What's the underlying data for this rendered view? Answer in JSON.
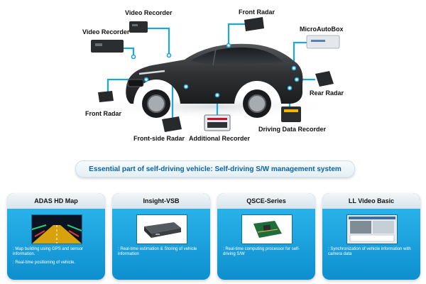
{
  "diagram": {
    "labels": {
      "video_recorder_top": "Video Recorder",
      "video_recorder_left": "Video Recorder",
      "front_radar_top": "Front Radar",
      "micro_autobox": "MicroAutoBox",
      "rear_radar": "Rear Radar",
      "front_radar_left": "Front Radar",
      "front_side_radar": "Front-side Radar",
      "additional_recorder": "Additional Recorder",
      "driving_data_recorder": "Driving Data Recorder"
    },
    "colors": {
      "connector": "#1ba6e0",
      "car_body": "#2f3133",
      "accent_blue": "#0a62a8"
    }
  },
  "banner": {
    "text": "Essential part of self-driving vehicle: Self-driving S/W management system"
  },
  "cards": [
    {
      "title": "ADAS HD Map",
      "lines": [
        ": Map building using GPS and sensor information.",
        ": Real-time positioning of vehicle."
      ]
    },
    {
      "title": "Insight-VSB",
      "lines": [
        ": Real-time estimation & Storing of vehicle information"
      ]
    },
    {
      "title": "QSCE-Series",
      "lines": [
        ": Real-time computing processor  for self-driving S/W"
      ]
    },
    {
      "title": "LL Video Basic",
      "lines": [
        ": Synchronization of vehicle information with camera data"
      ]
    }
  ]
}
